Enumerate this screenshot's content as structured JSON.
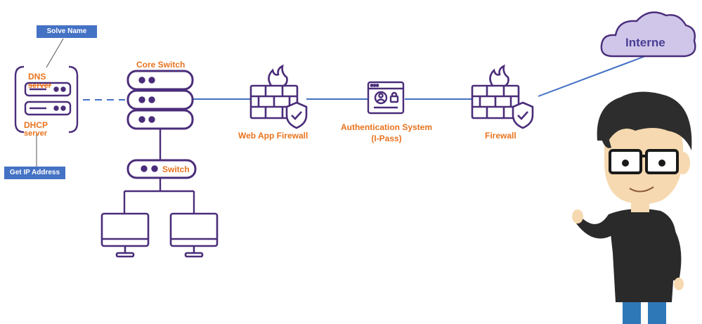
{
  "callouts": {
    "solve_name": "Solve Name",
    "get_ip": "Get IP Address"
  },
  "server": {
    "dns_label": "DNS",
    "dns_overlap": "server",
    "dhcp_label": "DHCP",
    "dhcp_sub": "server"
  },
  "core_switch": {
    "label": "Core Switch"
  },
  "access_switch": {
    "label": "Switch"
  },
  "waf": {
    "label": "Web App Firewall"
  },
  "auth": {
    "label_line1": "Authentication System",
    "label_line2": "(I-Pass)"
  },
  "firewall": {
    "label": "Firewall"
  },
  "internet": {
    "label": "Interne"
  },
  "colors": {
    "icon_purple": "#4a2d7a",
    "label_orange": "#E8731E",
    "callout_blue": "#4472C4",
    "link_blue": "#4472C4",
    "cloud_fill": "#cfc6ea",
    "cloud_text": "#4a3f93"
  }
}
